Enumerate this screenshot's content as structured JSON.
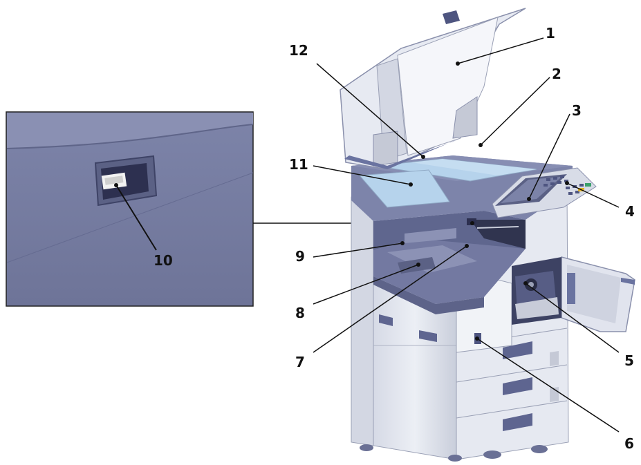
{
  "callouts": [
    {
      "id": "1",
      "label": "1"
    },
    {
      "id": "2",
      "label": "2"
    },
    {
      "id": "3",
      "label": "3"
    },
    {
      "id": "4",
      "label": "4"
    },
    {
      "id": "5",
      "label": "5"
    },
    {
      "id": "6",
      "label": "6"
    },
    {
      "id": "7",
      "label": "7"
    },
    {
      "id": "8",
      "label": "8"
    },
    {
      "id": "9",
      "label": "9"
    },
    {
      "id": "10",
      "label": "10"
    },
    {
      "id": "11",
      "label": "11"
    },
    {
      "id": "12",
      "label": "12"
    }
  ],
  "colors": {
    "body_light": "#e2e6ef",
    "body_mid": "#c7ccda",
    "body_dark": "#8a90ac",
    "accent_blue": "#6a73a0",
    "glass": "#bcd7ef",
    "outline": "#555a70",
    "inset_bg": "#7c82a7"
  }
}
